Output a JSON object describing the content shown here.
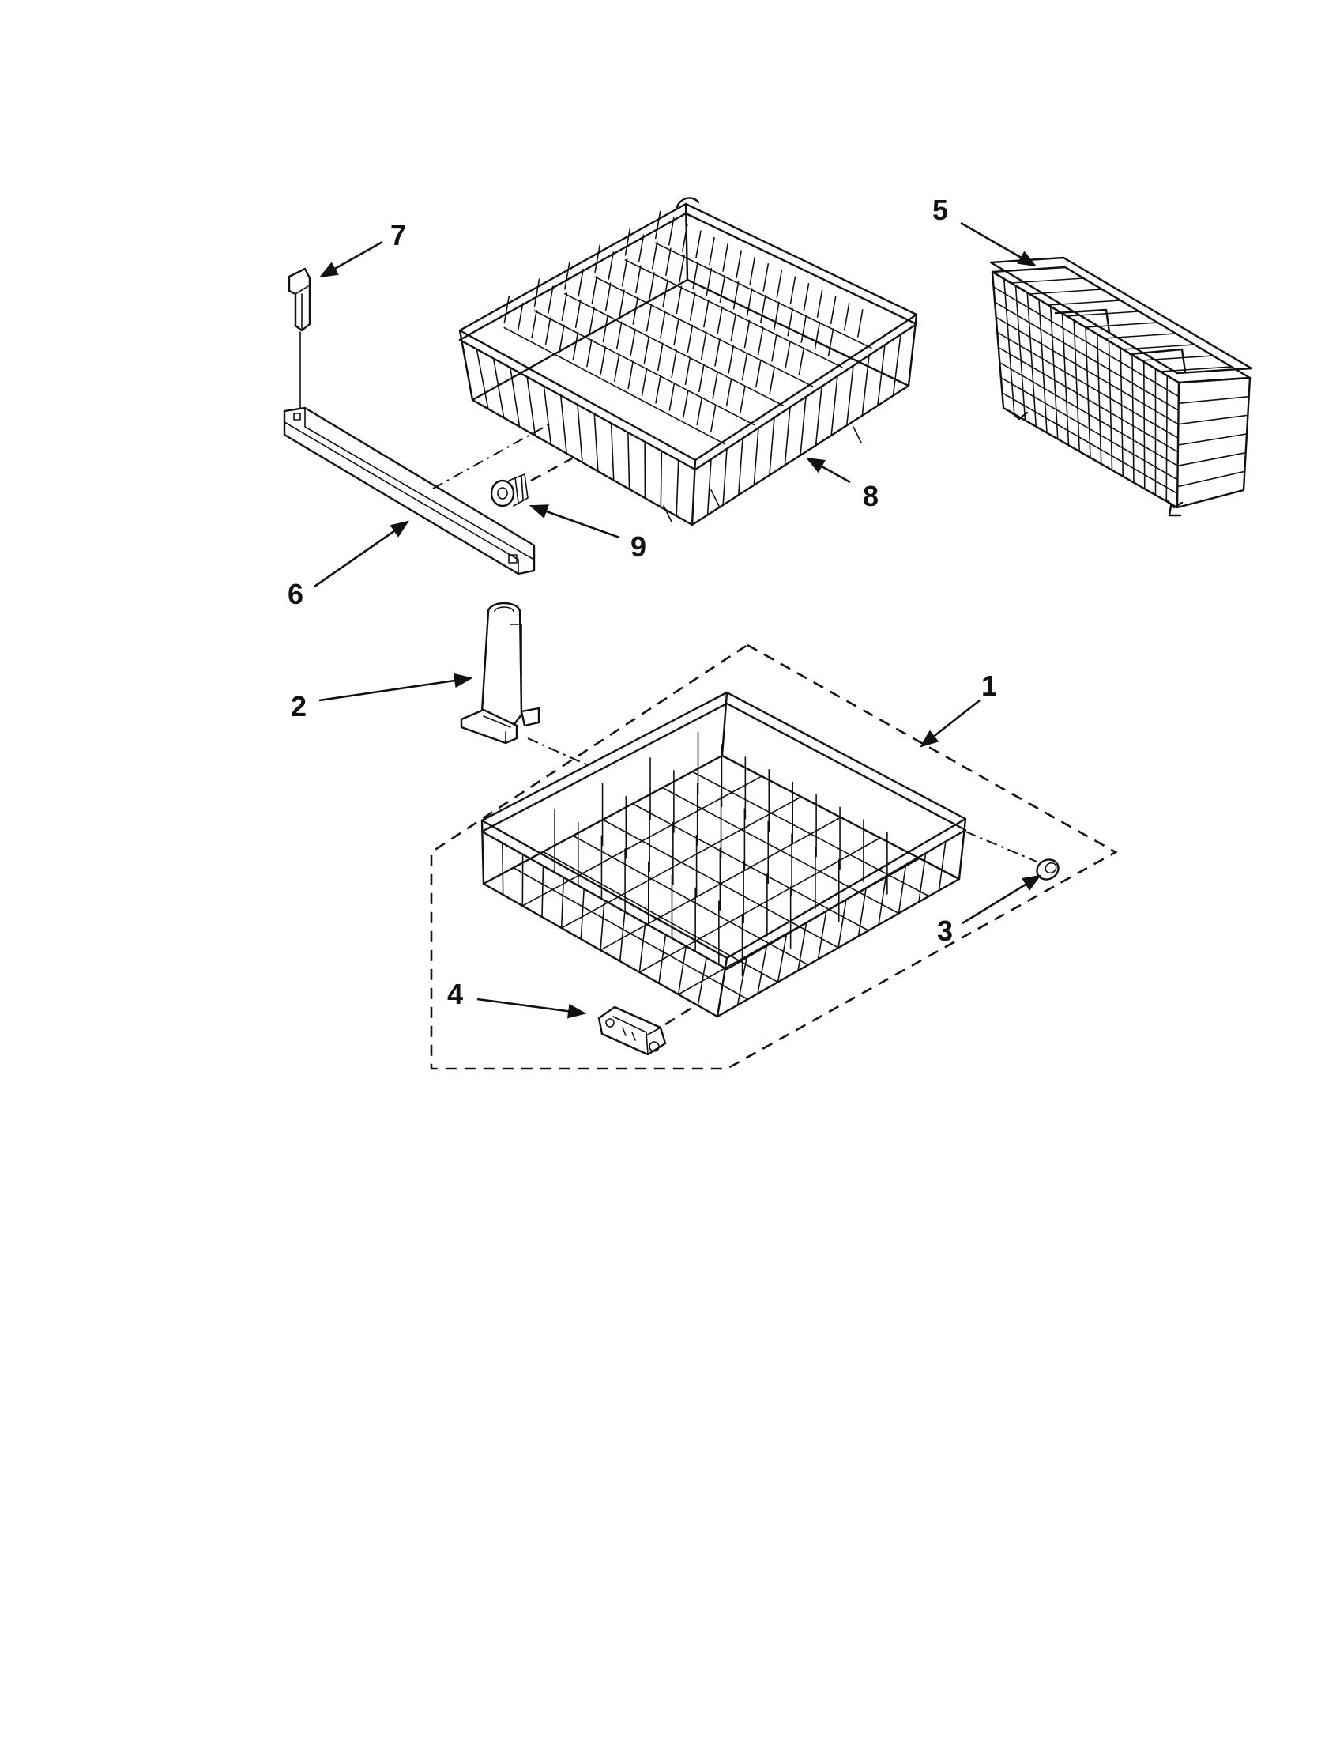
{
  "callouts": {
    "c1": "1",
    "c2": "2",
    "c3": "3",
    "c4": "4",
    "c5": "5",
    "c6": "6",
    "c7": "7",
    "c8": "8",
    "c9": "9"
  },
  "parts": [
    {
      "id": "1",
      "icon": "lower-dishrack-icon"
    },
    {
      "id": "2",
      "icon": "spray-tube-icon"
    },
    {
      "id": "3",
      "icon": "rack-wheel-icon"
    },
    {
      "id": "4",
      "icon": "wheel-clip-icon"
    },
    {
      "id": "5",
      "icon": "silverware-basket-icon"
    },
    {
      "id": "6",
      "icon": "track-rail-icon"
    },
    {
      "id": "7",
      "icon": "track-stop-icon"
    },
    {
      "id": "8",
      "icon": "upper-dishrack-icon"
    },
    {
      "id": "9",
      "icon": "upper-wheel-icon"
    }
  ]
}
